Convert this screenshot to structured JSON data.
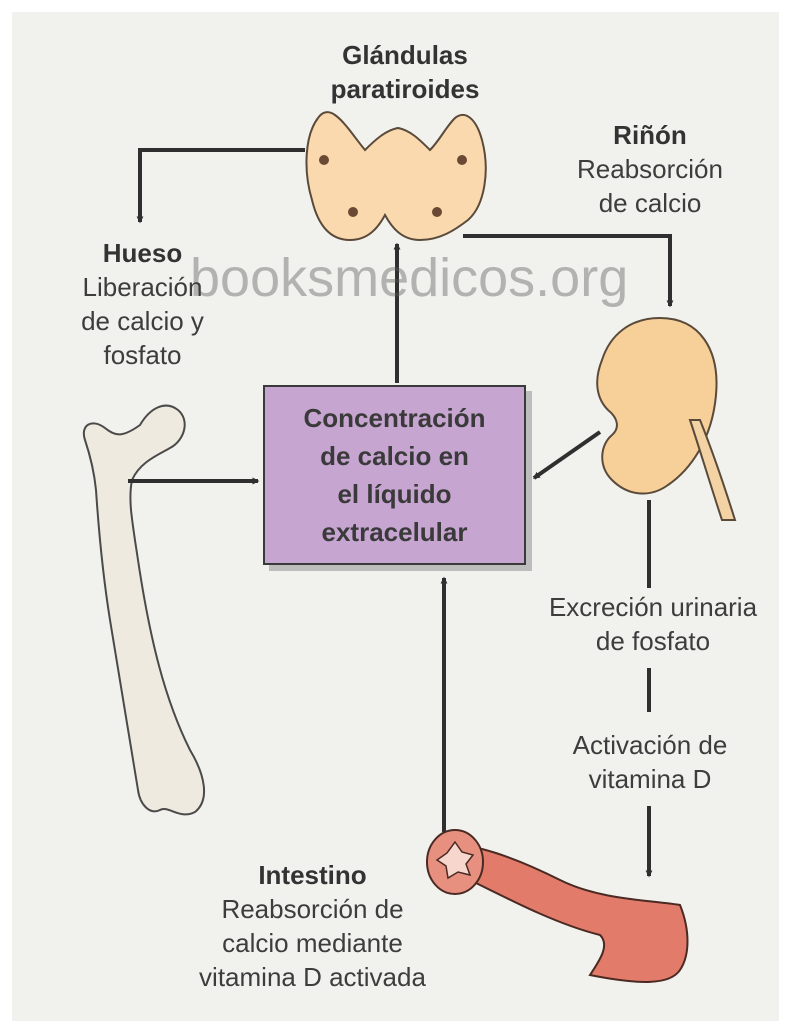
{
  "labels": {
    "parathyroid_line1": "Glándulas",
    "parathyroid_line2": "paratiroides",
    "kidney_title": "Riñón",
    "kidney_line1": "Reabsorción",
    "kidney_line2": "de calcio",
    "bone_title": "Hueso",
    "bone_line1": "Liberación",
    "bone_line2": "de calcio y",
    "bone_line3": "fosfato",
    "central_line1": "Concentración",
    "central_line2": "de calcio en",
    "central_line3": "el líquido",
    "central_line4": "extracelular",
    "excretion_line1": "Excreción urinaria",
    "excretion_line2": "de fosfato",
    "vitd_line1": "Activación de",
    "vitd_line2": "vitamina D",
    "intestine_title": "Intestino",
    "intestine_line1": "Reabsorción de",
    "intestine_line2": "calcio mediante",
    "intestine_line3": "vitamina D activada"
  },
  "watermark": "booksmedicos.org",
  "colors": {
    "background": "#f1f2ee",
    "central_box": "#c7a5d1",
    "gland": "#fbd9ae",
    "kidney": "#f7cf98",
    "bone": "#efeadf",
    "intestine": "#e27b6a",
    "arrow": "#2f2f2f"
  }
}
